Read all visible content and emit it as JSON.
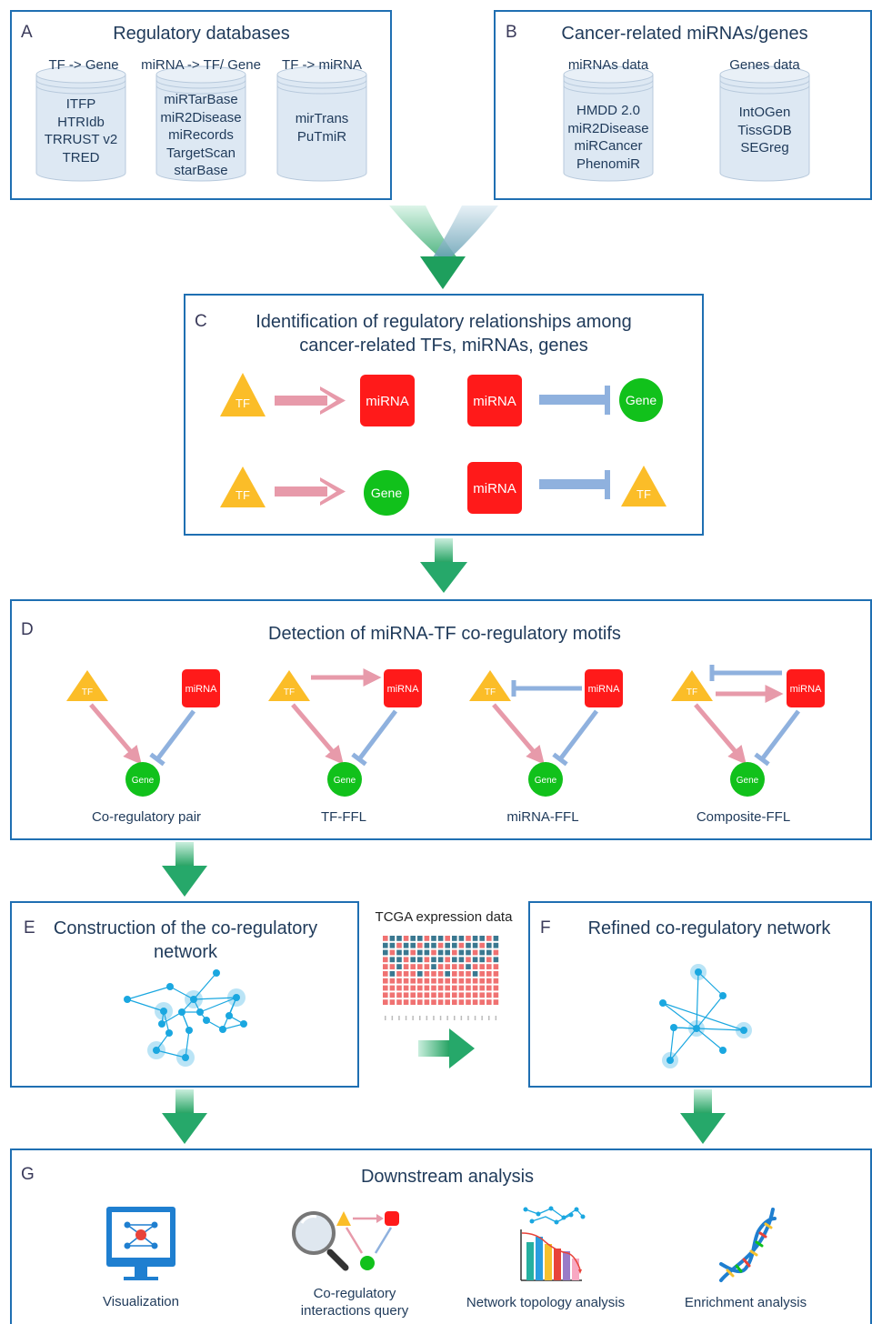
{
  "panelA": {
    "letter": "A",
    "title": "Regulatory databases",
    "col1": {
      "label": "TF -> Gene",
      "items": [
        "ITFP",
        "HTRIdb",
        "TRRUST v2",
        "TRED"
      ]
    },
    "col2": {
      "label": "miRNA -> TF/ Gene",
      "items": [
        "miRTarBase",
        "miR2Disease",
        "miRecords",
        "TargetScan",
        "starBase"
      ]
    },
    "col3": {
      "label": "TF -> miRNA",
      "items": [
        "mirTrans",
        "PuTmiR"
      ]
    }
  },
  "panelB": {
    "letter": "B",
    "title": "Cancer-related miRNAs/genes",
    "col1": {
      "label": "miRNAs data",
      "items": [
        "HMDD 2.0",
        "miR2Disease",
        "miRCancer",
        "PhenomiR"
      ]
    },
    "col2": {
      "label": "Genes data",
      "items": [
        "IntOGen",
        "TissGDB",
        "SEGreg"
      ]
    }
  },
  "panelC": {
    "letter": "C",
    "title_line1": "Identification of regulatory relationships among",
    "title_line2": "cancer-related TFs, miRNAs, genes",
    "tf": "TF",
    "mirna": "miRNA",
    "gene": "Gene"
  },
  "panelD": {
    "letter": "D",
    "title": "Detection of miRNA-TF co-regulatory motifs",
    "motifs": [
      "Co-regulatory pair",
      "TF-FFL",
      "miRNA-FFL",
      "Composite-FFL"
    ],
    "tf": "TF",
    "mirna": "miRNA",
    "gene": "Gene"
  },
  "panelE": {
    "letter": "E",
    "title_line1": "Construction of the co-regulatory",
    "title_line2": "network"
  },
  "tcga": {
    "label": "TCGA expression data"
  },
  "panelF": {
    "letter": "F",
    "title": "Refined co-regulatory network"
  },
  "panelG": {
    "letter": "G",
    "title": "Downstream analysis",
    "items": [
      {
        "label": "Visualization",
        "icon": "monitor-network-icon"
      },
      {
        "label_line1": "Co-regulatory",
        "label_line2": "interactions query",
        "icon": "magnifier-motif-icon"
      },
      {
        "label": "Network topology analysis",
        "icon": "bar-chart-network-icon"
      },
      {
        "label": "Enrichment analysis",
        "icon": "dna-helix-icon"
      }
    ]
  },
  "colors": {
    "border": "#1f6fb2",
    "tf": "#fbbd28",
    "mirna": "#ff1a1a",
    "gene": "#11c11b",
    "activation": "#e79aaa",
    "inhibition": "#8fb1de",
    "arrow": "#26a86a",
    "network": "#1aa7e0"
  }
}
